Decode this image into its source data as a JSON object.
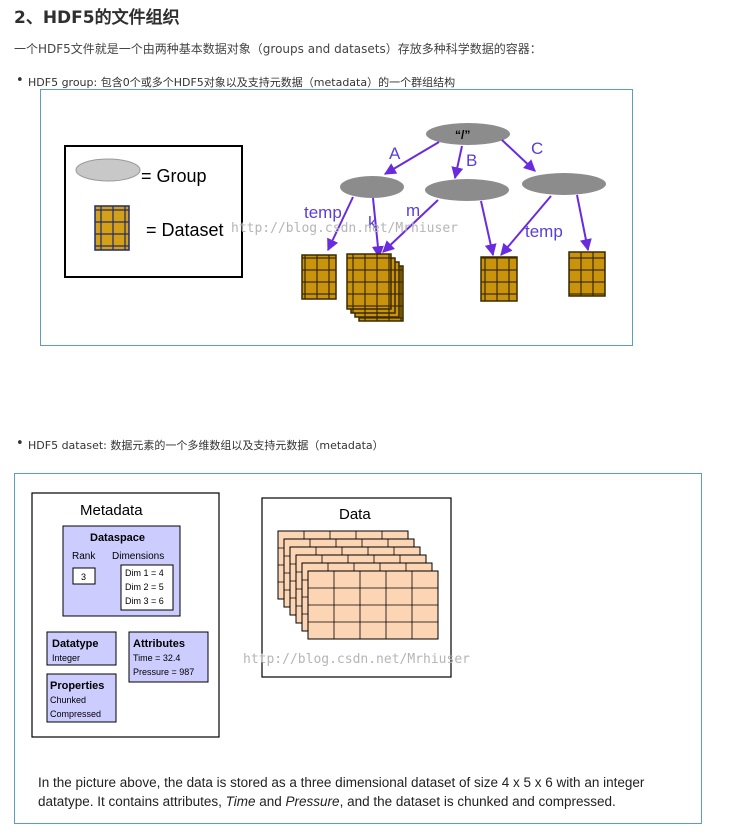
{
  "heading": "2、HDF5的文件组织",
  "intro": "一个HDF5文件就是一个由两种基本数据对象（groups and datasets）存放多种科学数据的容器：",
  "bullet_group": "HDF5 group: 包含0个或多个HDF5对象以及支持元数据（metadata）的一个群组结构",
  "bullet_dataset": "HDF5 dataset: 数据元素的一个多维数组以及支持元数据（metadata）",
  "fig1": {
    "legend_group": "= Group",
    "legend_dataset": "= Dataset",
    "root": "“/”",
    "edge_a": "A",
    "edge_b": "B",
    "edge_c": "C",
    "edge_temp1": "temp",
    "edge_k": "k",
    "edge_m": "m",
    "edge_temp2": "temp",
    "watermark": "http://blog.csdn.net/Mrhiuser"
  },
  "fig2": {
    "metadata_title": "Metadata",
    "dataspace_title": "Dataspace",
    "rank_label": "Rank",
    "rank_value": "3",
    "dimensions_label": "Dimensions",
    "dims": [
      "Dim 1 = 4",
      "Dim 2 = 5",
      "Dim 3 = 6"
    ],
    "datatype_title": "Datatype",
    "datatype_value": "Integer",
    "attributes_title": "Attributes",
    "attributes": [
      "Time = 32.4",
      "Pressure = 987"
    ],
    "properties_title": "Properties",
    "properties": [
      "Chunked",
      "Compressed"
    ],
    "data_title": "Data",
    "watermark": "http://blog.csdn.net/Mrhiuser",
    "caption_1": "In the picture above, the data is stored as a three dimensional dataset of size 4 x 5 x 6 with an integer",
    "caption_2a": "datatype. It contains attributes, ",
    "caption_time": "Time",
    "caption_and": " and ",
    "caption_pressure": "Pressure",
    "caption_2b": ", and the dataset is chunked and compressed."
  }
}
